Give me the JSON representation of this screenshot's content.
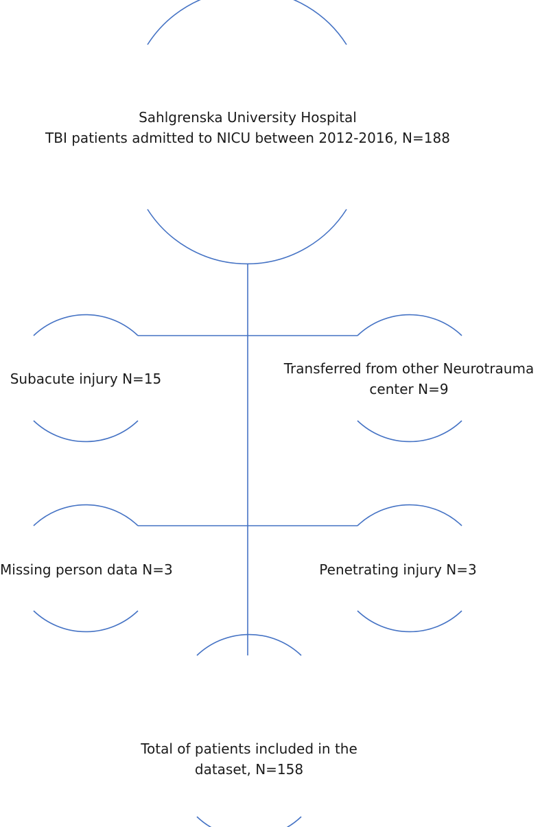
{
  "diagram": {
    "nodes": {
      "source": {
        "line1": "Sahlgrenska University Hospital",
        "line2": "TBI patients admitted to NICU between 2012-2016, N=188"
      },
      "excl_subacute": {
        "line1": "Subacute injury N=15"
      },
      "excl_transferred": {
        "line1": "Transferred from other Neurotrauma",
        "line2": "center N=9"
      },
      "excl_missing": {
        "line1": "Missing person data N=3"
      },
      "excl_penetrating": {
        "line1": "Penetrating injury N=3"
      },
      "included": {
        "line1": "Total of patients included in the",
        "line2": "dataset, N=158"
      }
    },
    "edges": [
      {
        "from": "source",
        "to": "included"
      },
      {
        "from": "source",
        "to": "excl_subacute"
      },
      {
        "from": "source",
        "to": "excl_transferred"
      },
      {
        "from": "source",
        "to": "excl_missing"
      },
      {
        "from": "source",
        "to": "excl_penetrating"
      }
    ],
    "colors": {
      "stroke": "#4472C4",
      "text": "#1a1a1a",
      "background": "#ffffff"
    }
  }
}
